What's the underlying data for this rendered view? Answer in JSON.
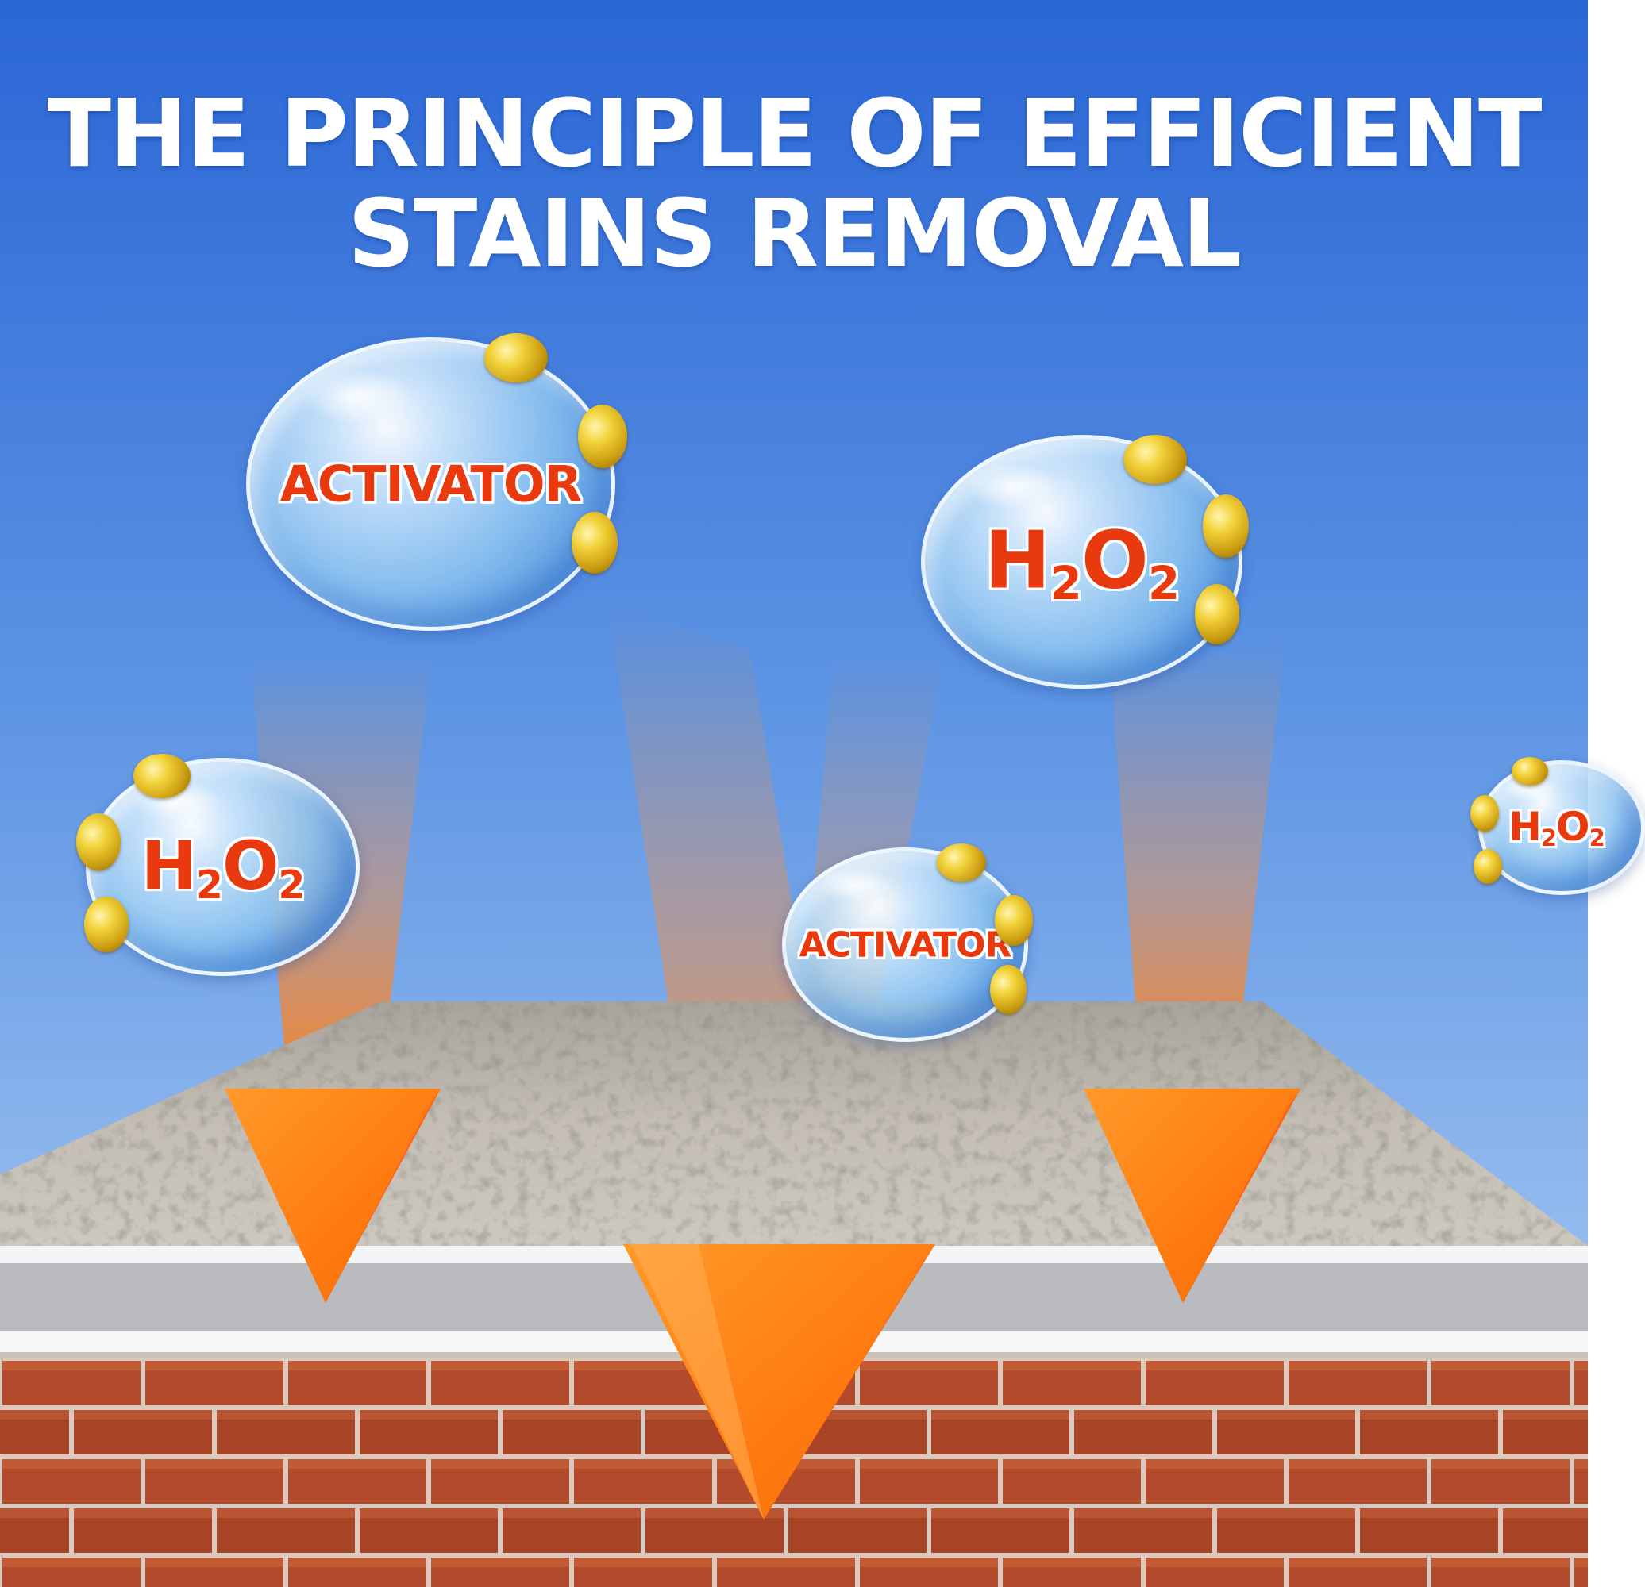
{
  "title": {
    "line1": "THE PRINCIPLE OF EFFICIENT",
    "line2": "STAINS REMOVAL"
  },
  "bubbles": [
    {
      "name": "activator-bubble-large",
      "label": "ACTIVATOR",
      "formula": false
    },
    {
      "name": "h2o2-bubble-top-right",
      "label": "H2O2",
      "formula": true
    },
    {
      "name": "h2o2-bubble-left",
      "label": "H2O2",
      "formula": true
    },
    {
      "name": "activator-bubble-small",
      "label": "ACTIVATOR",
      "formula": false
    },
    {
      "name": "h2o2-bubble-edge",
      "label": "H2O2",
      "formula": true
    }
  ],
  "colors": {
    "sky_top": "#2a68d8",
    "sky_bottom": "#b4d2f4",
    "arrow": "#ff7a10",
    "label_text": "#e83a0e",
    "brick": "#b34a2a",
    "mortar": "#d8c9bd",
    "stone": "#b9b4ab",
    "oil": "#e8c22c"
  }
}
